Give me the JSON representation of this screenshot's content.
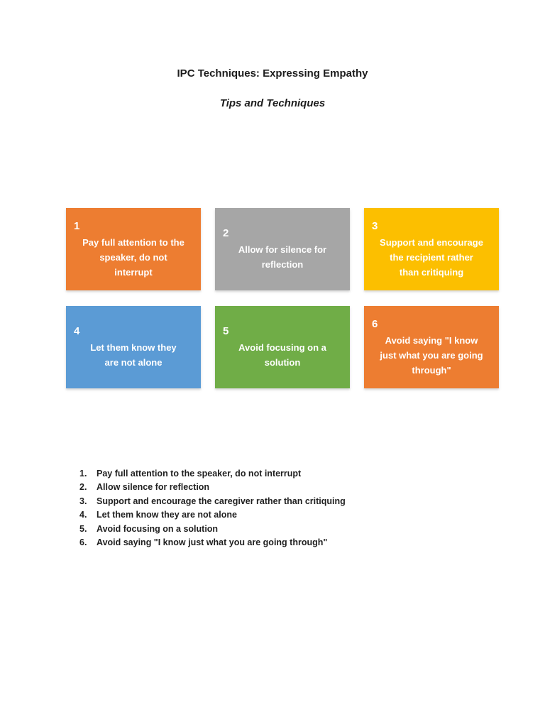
{
  "document": {
    "title": "IPC Techniques: Expressing Empathy",
    "subtitle": "Tips and Techniques"
  },
  "colors": {
    "orange": "#ED7D31",
    "gray": "#A6A6A6",
    "gold": "#FCBF00",
    "blue": "#5B9BD5",
    "green": "#70AD47",
    "box_text": "#FFFFFF",
    "body_text": "#1D1D1D"
  },
  "grid": {
    "boxes": [
      {
        "number": "1",
        "lines": "Pay full attention to the\nspeaker, do not\ninterrupt",
        "color": "#ED7D31"
      },
      {
        "number": "2",
        "lines": "Allow for silence for\nreflection",
        "color": "#A6A6A6"
      },
      {
        "number": "3",
        "lines": "Support and encourage\nthe recipient rather\nthan critiquing",
        "color": "#FCBF00"
      },
      {
        "number": "4",
        "lines": "Let them know they\nare not alone",
        "color": "#5B9BD5"
      },
      {
        "number": "5",
        "lines": "Avoid focusing on a\nsolution",
        "color": "#70AD47"
      },
      {
        "number": "6",
        "lines": "Avoid saying \"I know\njust what you are going\nthrough\"",
        "color": "#ED7D31"
      }
    ]
  },
  "summary_list": {
    "items": [
      {
        "marker": "1.",
        "text": "Pay full attention to the speaker, do not interrupt"
      },
      {
        "marker": "2.",
        "text": "Allow silence for reflection"
      },
      {
        "marker": "3.",
        "text": "Support and encourage the caregiver rather than critiquing"
      },
      {
        "marker": "4.",
        "text": "Let them know they are not alone"
      },
      {
        "marker": "5.",
        "text": "Avoid focusing on a solution"
      },
      {
        "marker": "6.",
        "text": "Avoid saying \"I know just what you are going through\""
      }
    ]
  }
}
